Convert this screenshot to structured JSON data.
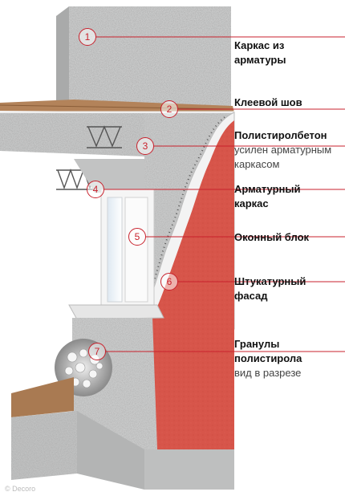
{
  "colors": {
    "accent": "#c8212c",
    "concrete": "#cfd0d0",
    "facade": "#d7554a",
    "plaster": "#f2f2f2",
    "wood": "#a9784e"
  },
  "callouts": [
    {
      "num": "1",
      "lines": [
        {
          "text": "Каркас из",
          "style": "b"
        },
        {
          "text": "арматуры",
          "style": "b"
        }
      ]
    },
    {
      "num": "2",
      "lines": [
        {
          "text": "Клеевой шов",
          "style": "b"
        }
      ]
    },
    {
      "num": "3",
      "lines": [
        {
          "text": "Полистиролбетон",
          "style": "b"
        },
        {
          "text": "усилен арматурным",
          "style": "s"
        },
        {
          "text": "каркасом",
          "style": "s"
        }
      ]
    },
    {
      "num": "4",
      "lines": [
        {
          "text": "Арматурный",
          "style": "b"
        },
        {
          "text": "каркас",
          "style": "b"
        }
      ]
    },
    {
      "num": "5",
      "lines": [
        {
          "text": "Оконный блок",
          "style": "b"
        }
      ]
    },
    {
      "num": "6",
      "lines": [
        {
          "text": "Штукатурный",
          "style": "b"
        },
        {
          "text": "фасад",
          "style": "b"
        }
      ]
    },
    {
      "num": "7",
      "lines": [
        {
          "text": "Гранулы",
          "style": "b"
        },
        {
          "text": "полистирола",
          "style": "b"
        },
        {
          "text": "вид в разрезе",
          "style": "s"
        }
      ]
    }
  ],
  "watermark": "© Decoro"
}
